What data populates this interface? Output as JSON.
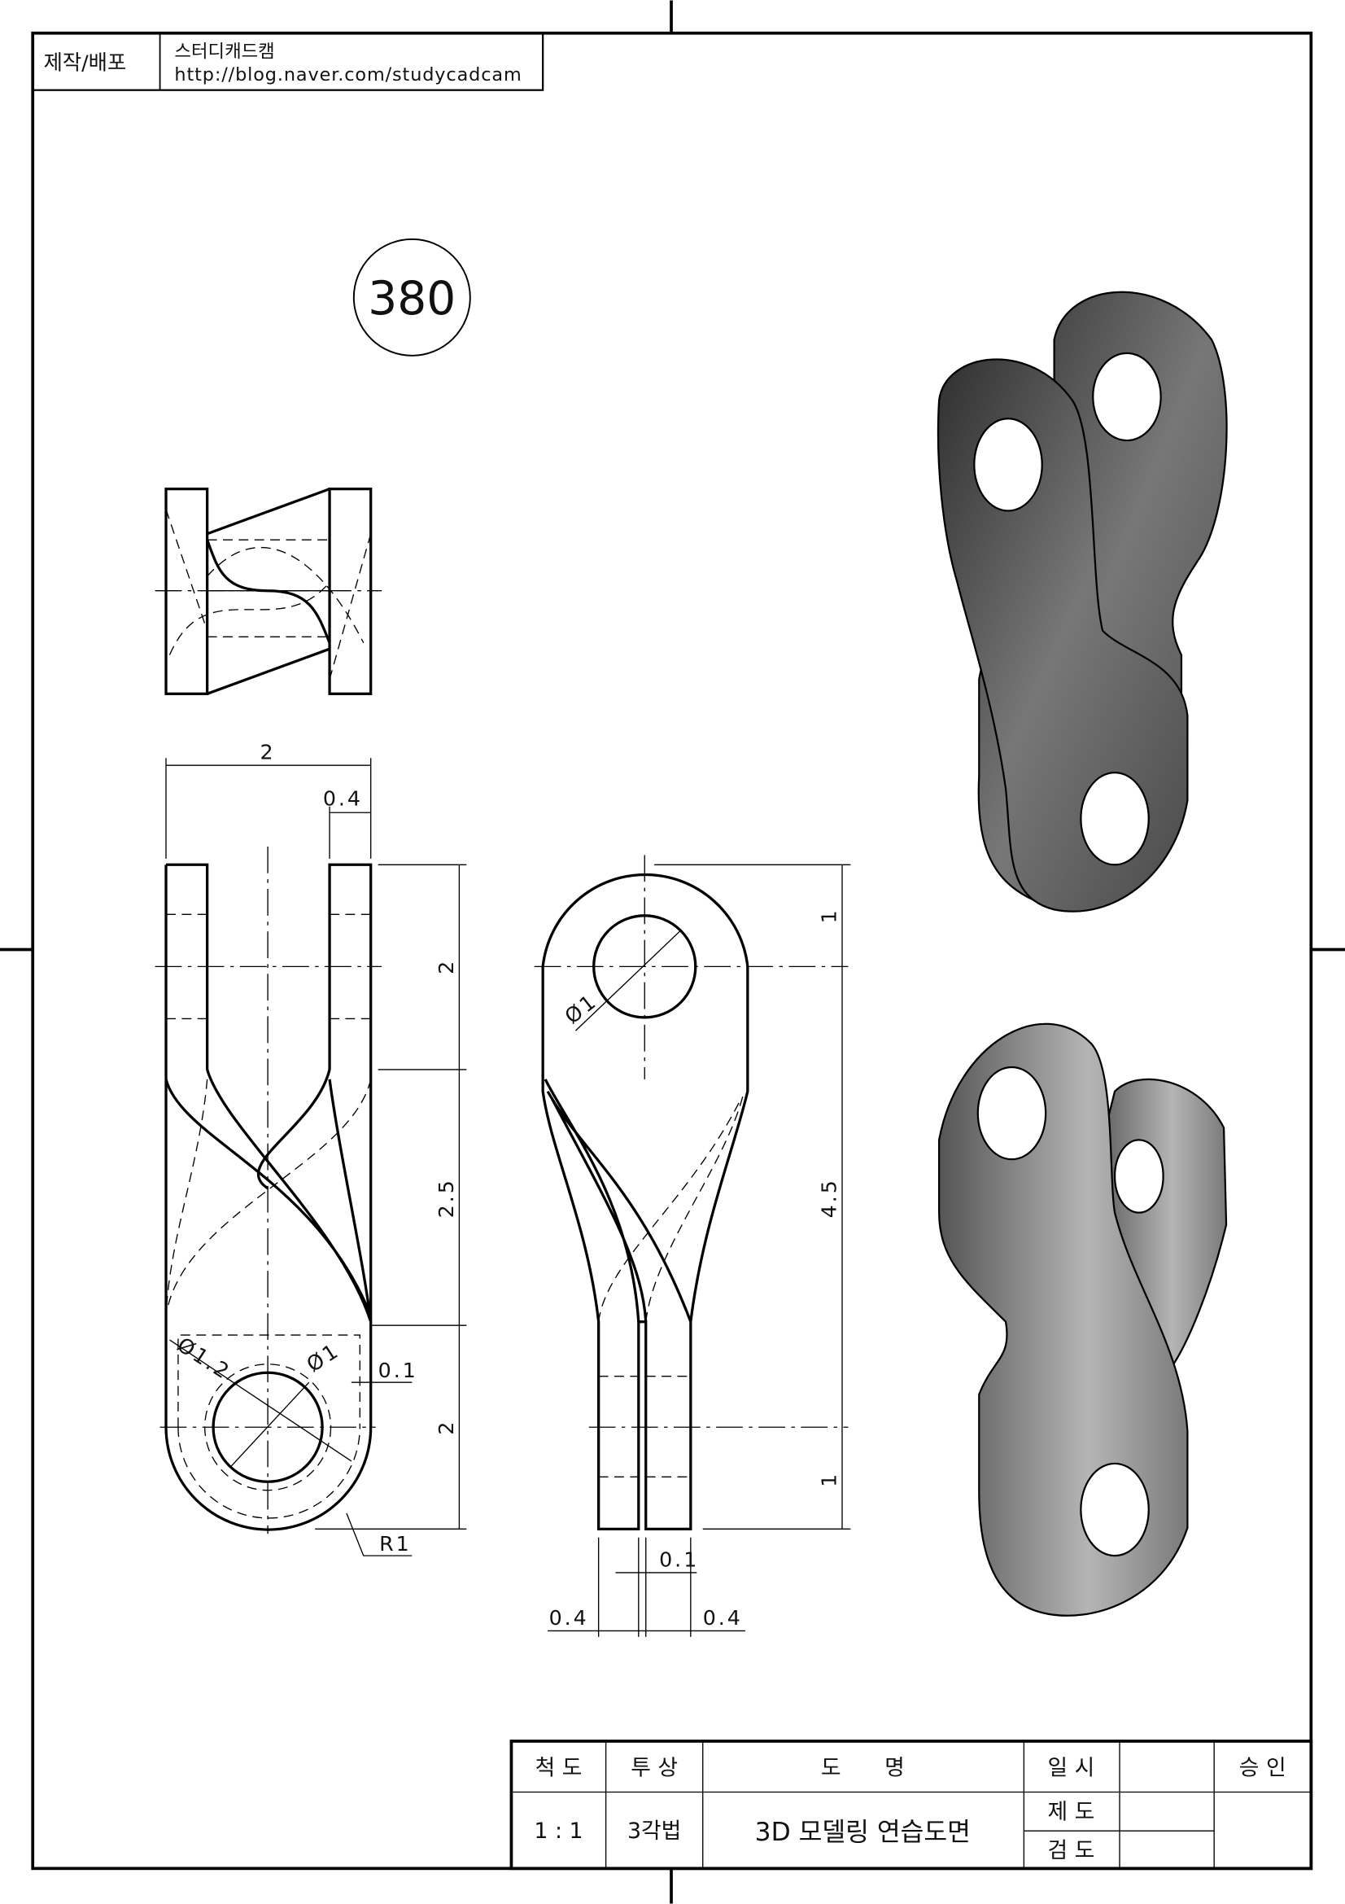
{
  "header": {
    "label": "제작/배포",
    "author": "스터디캐드캠",
    "url": "http://blog.naver.com/studycadcam"
  },
  "drawing_number": "380",
  "dimensions": {
    "front_width": "2",
    "front_prong_width": "0.4",
    "front_upper": "2",
    "front_mid": "2.5",
    "front_lower": "2",
    "outer_dia": "Ø1.2",
    "hole_dia": "Ø1",
    "offset": "0.1",
    "radius": "R1",
    "side_top": "1",
    "side_mid": "4.5",
    "side_bottom": "1",
    "side_hole_dia": "Ø1",
    "side_gap": "0.1",
    "side_left_thk": "0.4",
    "side_right_thk": "0.4"
  },
  "title_block": {
    "scale_label": "척 도",
    "projection_label": "투 상",
    "name_label": "도　　명",
    "date_label": "일 시",
    "approve_label": "승 인",
    "scale_value": "1 : 1",
    "projection_value": "3각법",
    "name_value": "3D 모델링 연습도면",
    "drafter_label": "제 도",
    "checker_label": "검 도"
  },
  "colors": {
    "line": "#000000",
    "shade_dark": "#3a3a3a",
    "shade_light": "#a8a8a8"
  }
}
